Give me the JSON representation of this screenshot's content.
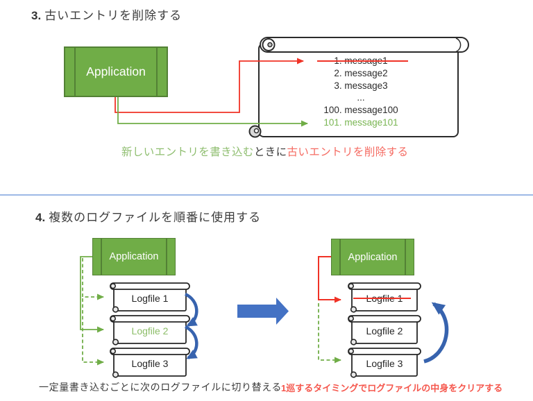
{
  "colors": {
    "box_green": "#70ad47",
    "box_green_border": "#538135",
    "arrow_red": "#f03226",
    "arrow_green": "#70ad47",
    "caption_green": "#8fbe70",
    "caption_red": "#f56b62",
    "new_entry_green": "#79b552",
    "big_arrow_blue": "#4472c4",
    "cycle_arrow_blue": "#3763ae",
    "divider_blue": "#9db8e6"
  },
  "section3": {
    "title_num": "3.",
    "title_text": "古いエントリを削除する",
    "app_box_label": "Application",
    "log_entries": [
      {
        "text": "1. message1",
        "style": "struck"
      },
      {
        "text": "2. message2",
        "style": "normal"
      },
      {
        "text": "3. message3",
        "style": "normal"
      },
      {
        "text": "...",
        "style": "normal"
      },
      {
        "text": "100. message100",
        "style": "normal"
      },
      {
        "text": "101. message101",
        "style": "new"
      }
    ],
    "caption_part_green": "新しいエントリを書き込む",
    "caption_part_dark": "ときに",
    "caption_part_red": "古いエントリを削除する"
  },
  "section4": {
    "title_num": "4.",
    "title_text": "複数のログファイルを順番に使用する",
    "left": {
      "app_box_label": "Application",
      "logfiles": [
        {
          "label": "Logfile 1"
        },
        {
          "label": "Logfile 2"
        },
        {
          "label": "Logfile 3"
        }
      ],
      "caption": "一定量書き込むごとに次のログファイルに切り替える"
    },
    "right": {
      "app_box_label": "Application",
      "logfiles": [
        {
          "label": "Logfile 1"
        },
        {
          "label": "Logfile 2"
        },
        {
          "label": "Logfile 3"
        }
      ],
      "caption": "1巡するタイミングでログファイルの中身をクリアする"
    }
  }
}
